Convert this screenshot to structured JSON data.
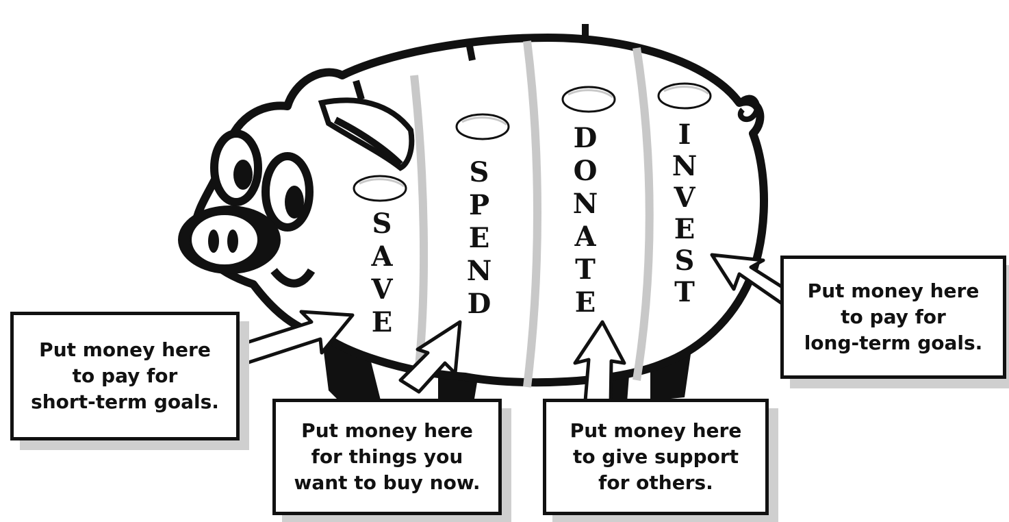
{
  "jars": [
    {
      "name": "save",
      "word": "SAVE"
    },
    {
      "name": "spend",
      "word": "SPEND"
    },
    {
      "name": "donate",
      "word": "DONATE"
    },
    {
      "name": "invest",
      "word": "INVEST"
    }
  ],
  "callouts": {
    "save": "Put money here\nto pay for\nshort-term goals.",
    "spend": "Put money here\nfor things you\nwant to buy now.",
    "donate": "Put money here\nto give support\nfor others.",
    "invest": "Put money here\nto pay for\nlong-term goals."
  },
  "colors": {
    "ink": "#111111",
    "stripe": "#c8c8c8",
    "shadow": "#cfcfcf",
    "background": "#ffffff"
  },
  "icons": [
    "piggy-bank-illustration",
    "coin-slot-icon",
    "arrow-pointer-icon"
  ]
}
